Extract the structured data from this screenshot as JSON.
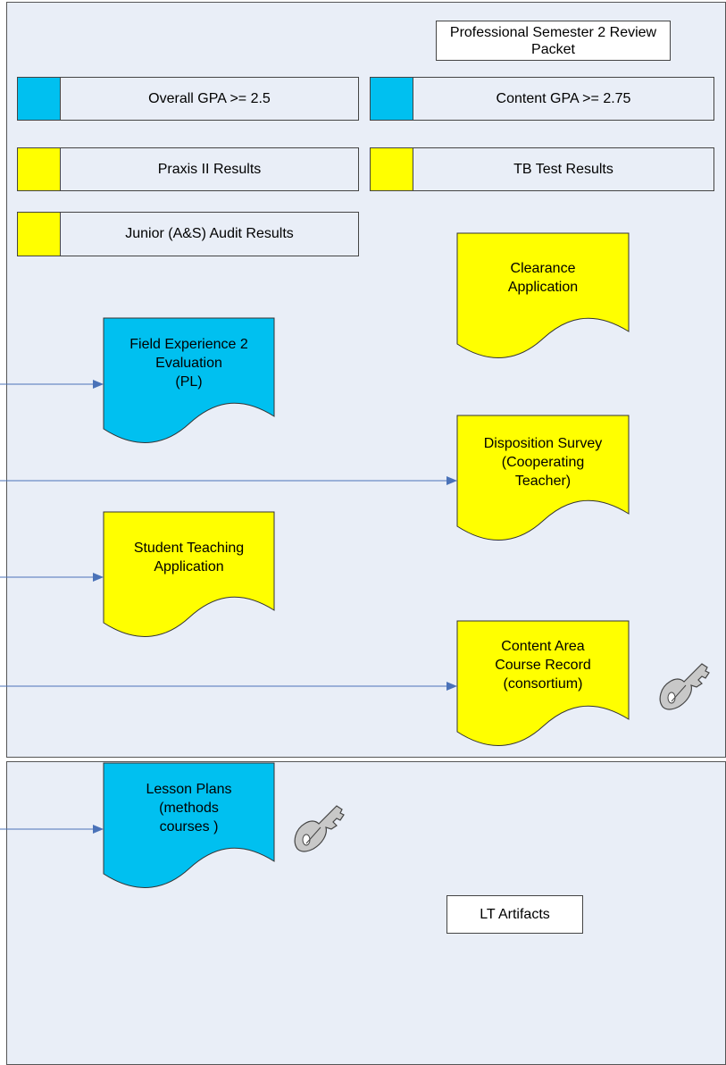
{
  "colors": {
    "panel": "#e9eef7",
    "cyan": "#00c0f0",
    "yellow": "#ffff00",
    "line": "#4a72b8"
  },
  "header": {
    "title": "Professional Semester 2 Review Packet"
  },
  "checklist": [
    {
      "label": "Overall GPA >= 2.5",
      "color": "cyan"
    },
    {
      "label": "Content GPA >= 2.75",
      "color": "cyan"
    },
    {
      "label": "Praxis II Results",
      "color": "yellow"
    },
    {
      "label": "TB Test Results",
      "color": "yellow"
    },
    {
      "label": "Junior (A&S) Audit Results",
      "color": "yellow"
    }
  ],
  "documents": {
    "clearance": {
      "lines": [
        "Clearance",
        "Application"
      ],
      "color": "yellow"
    },
    "field_experience": {
      "lines": [
        "Field Experience 2",
        "Evaluation",
        "(PL)"
      ],
      "color": "cyan"
    },
    "disposition": {
      "lines": [
        "Disposition Survey",
        "(Cooperating",
        "Teacher)"
      ],
      "color": "yellow"
    },
    "student_teaching": {
      "lines": [
        "Student Teaching",
        "Application"
      ],
      "color": "yellow"
    },
    "content_area": {
      "lines": [
        "Content Area",
        "Course Record",
        "(consortium)"
      ],
      "color": "yellow"
    },
    "lesson_plans": {
      "lines": [
        "Lesson Plans",
        "(methods",
        "courses )"
      ],
      "color": "cyan"
    }
  },
  "icons": [
    "key-icon",
    "key-icon"
  ],
  "lt_section": {
    "label": "LT Artifacts"
  }
}
